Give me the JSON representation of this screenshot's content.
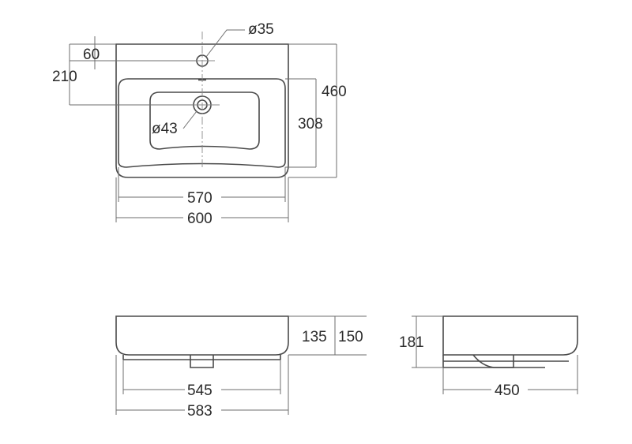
{
  "top_view": {
    "dims": {
      "tap_hole_dia": "ø35",
      "tap_hole_offset": "60",
      "waste_offset": "210",
      "waste_dia": "ø43",
      "depth": "460",
      "bowl_depth": "308",
      "bowl_width": "570",
      "overall_width": "600"
    }
  },
  "front_view": {
    "dims": {
      "inner_height": "135",
      "overall_height": "150",
      "base_width": "545",
      "overall_width": "583"
    }
  },
  "side_view": {
    "dims": {
      "height": "181",
      "depth": "450"
    }
  }
}
